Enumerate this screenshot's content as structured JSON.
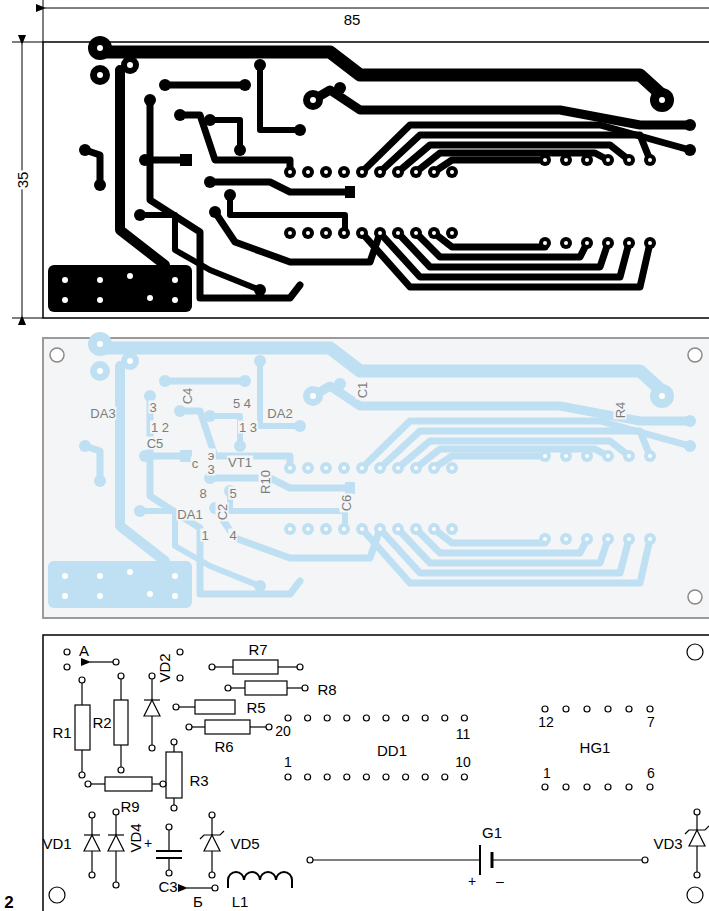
{
  "diagram": {
    "labels": [
      "85",
      "35",
      "DA3",
      "3",
      "C4",
      "5 4",
      "DA2",
      "C1",
      "1 2",
      "1 3",
      "C5",
      "c",
      "э",
      "3",
      "VT1",
      "R10",
      "8",
      "5",
      "DA1",
      "C2",
      "C6",
      "1",
      "4",
      "R4",
      "A",
      "R7",
      "R8",
      "R1",
      "R2",
      "VD2",
      "R5",
      "R6",
      "20",
      "DD1",
      "11",
      "1",
      "10",
      "12",
      "7",
      "HG1",
      "1",
      "6",
      "R9",
      "R3",
      "VD1",
      "VD4",
      "+",
      "C3",
      "VD5",
      "Б",
      "L1",
      "G1",
      "+",
      "–",
      "VD3",
      "2"
    ]
  }
}
